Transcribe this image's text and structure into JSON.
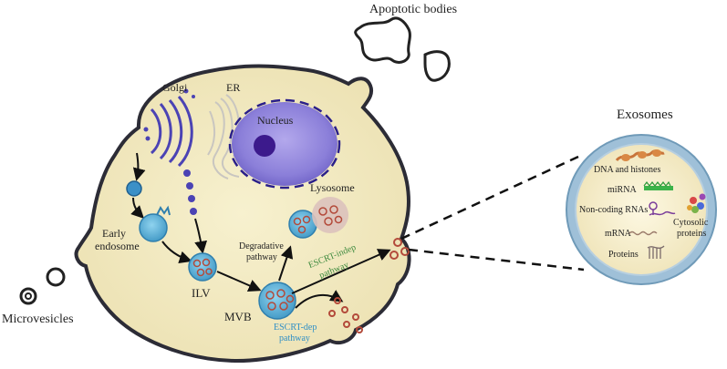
{
  "labels": {
    "apoptotic_bodies": "Apoptotic bodies",
    "golgi": "Golgi",
    "er": "ER",
    "nucleus": "Nucleus",
    "early_endosome_1": "Early",
    "early_endosome_2": "endosome",
    "lysosome": "Lysosome",
    "degradative_1": "Degradative",
    "degradative_2": "pathway",
    "escrt_indep_1": "ESCRT-indep",
    "escrt_indep_2": "pathway",
    "ilv": "ILV",
    "mvb": "MVB",
    "escrt_dep_1": "ESCRT-dep",
    "escrt_dep_2": "pathway",
    "microvesicles": "Microvesicles",
    "exosomes": "Exosomes",
    "dna_histones": "DNA and histones",
    "mirna": "miRNA",
    "noncoding_rnas": "Non-coding RNAs",
    "cytosolic_1": "Cytosolic",
    "cytosolic_2": "proteins",
    "mrna": "mRNA",
    "proteins": "Proteins"
  },
  "colors": {
    "cytoplasm": "#f3ecc4",
    "membrane": "#2c2c36",
    "nucleus": "#8a7ed8",
    "nucleolus": "#3c1a8c",
    "golgi": "#4b43b4",
    "endosome": "#5ab6de",
    "vesicle_ring": "#b34a3a",
    "lysosome": "#dcc2bc",
    "escrt_indep_text": "#3e8a3e",
    "escrt_dep_text": "#2f8fc6",
    "exosome_rim": "#7aa6c7",
    "dna": "#c8743a",
    "mirna": "#3cb34a"
  }
}
